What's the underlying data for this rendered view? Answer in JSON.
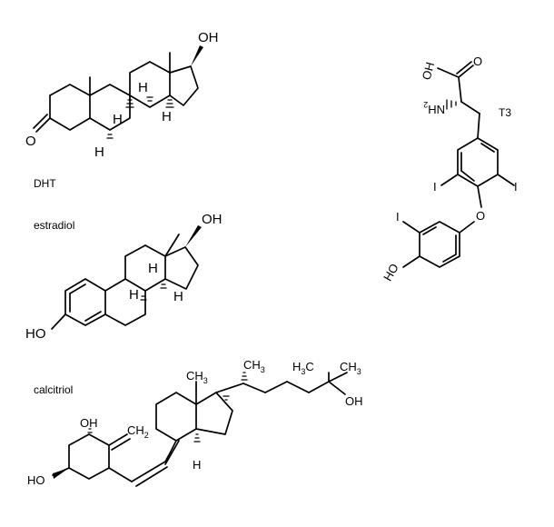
{
  "labels": {
    "dht": "DHT",
    "estradiol": "estradiol",
    "calcitriol": "calcitriol",
    "t3": "T3"
  },
  "atoms": {
    "oh": "OH",
    "ho": "HO",
    "h": "H",
    "o": "O",
    "ch3": "CH",
    "h3c": "H",
    "three": "3",
    "ch2": "CH",
    "two": "2",
    "nh2": "NH",
    "i": "I"
  }
}
